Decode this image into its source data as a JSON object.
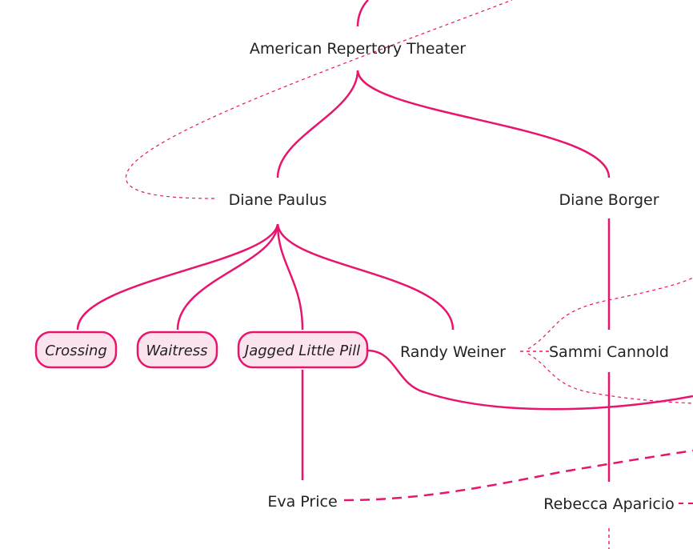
{
  "colors": {
    "accent": "#e8146e",
    "pill_fill": "#fce4ef",
    "text": "#222222"
  },
  "nodes": {
    "art": "American Repertory Theater",
    "diane_paulus": "Diane Paulus",
    "diane_borger": "Diane Borger",
    "randy_weiner": "Randy Weiner",
    "sammi_cannold": "Sammi Cannold",
    "eva_price": "Eva Price",
    "rebecca_aparicio": "Rebecca Aparicio"
  },
  "works": {
    "crossing": "Crossing",
    "waitress": "Waitress",
    "jagged_little_pill": "Jagged Little Pill"
  }
}
